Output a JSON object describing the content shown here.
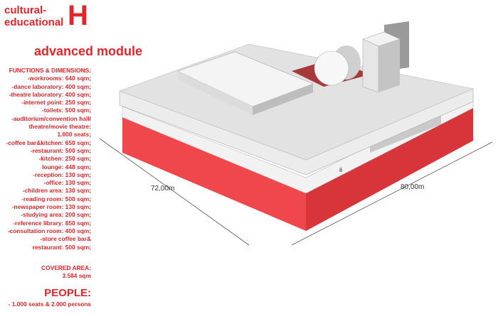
{
  "header": {
    "category_line1": "cultural-",
    "category_line2": "educational",
    "module_letter": "H",
    "module_title": "advanced module"
  },
  "functions": {
    "title": "FUNCTIONS & DIMENSIONS:",
    "items": [
      "-workrooms: 640 sqm;",
      "-dance laboratory: 400 sqm;",
      "-theatre laboratory: 400 sqm;",
      "-internet point: 250 sqm;",
      "-toilets: 500 sqm;",
      "-auditorium/convention hall/",
      "theatre/movie theatre:",
      "1.000 seats;",
      "-coffee bar&kitchen: 650 sqm;",
      "-restaurant: 500 sqm;",
      "-kitchen: 250 sqm;",
      "lounge: 448 sqm;",
      "-reception: 130 sqm;",
      "-office: 130 sqm;",
      "-children area: 130 sqm;",
      "-reading room: 500 sqm;",
      "-newspaper room: 130 sqm;",
      "-studying area: 200 sqm;",
      "-reference library: 850 sqm;",
      "-consultation room: 400 sqm;",
      "-store coffee bar&",
      "restaurant: 500 sqm;"
    ]
  },
  "covered_area": {
    "label": "COVERED AREA:",
    "value": "3.584 sqm"
  },
  "people": {
    "label": "PEOPLE:",
    "value": "- 1.000 seats & 2.000 persons"
  },
  "dimensions": {
    "width": "72,00m",
    "length": "80,00m"
  },
  "colors": {
    "accent": "#e3262b",
    "base": "#f0474c"
  }
}
